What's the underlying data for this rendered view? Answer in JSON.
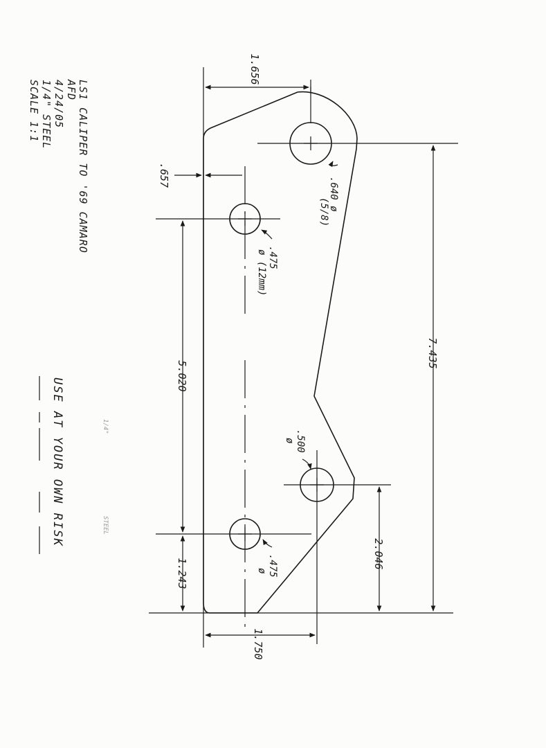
{
  "title_block": {
    "line1": "LS1 CALIPER TO '69 CAMARO",
    "line2": "AFD",
    "line3": "4/24/05",
    "line4": "1/4\" STEEL",
    "line5": "SCALE 1:1"
  },
  "warning": "USE AT YOUR OWN RISK",
  "dimensions": {
    "top_offset": "1.656",
    "edge_offset": ".657",
    "hole_spacing": "5.020",
    "bottom_left": "1.243",
    "overall": "7.435",
    "right_height": "2.046",
    "bottom_width": "1.750"
  },
  "callouts": {
    "large_hole": ".640 ø",
    "large_hole_frac": "(5/8)",
    "upper_left": ".475",
    "upper_left_mm": "ø (12mm)",
    "lower_right": ".500",
    "lower_right_dia": "ø",
    "lower_left": ".475",
    "lower_left_dia": "ø"
  },
  "faint_marks": [
    "1/4\"",
    "STEEL"
  ]
}
